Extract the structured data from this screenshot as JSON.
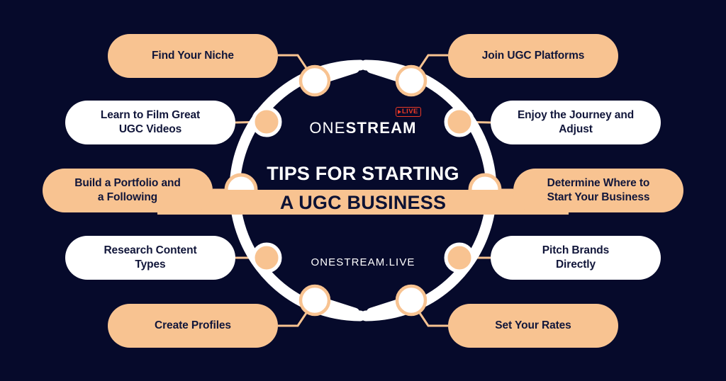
{
  "theme": {
    "background": "#060a2b",
    "accent_peach": "#f8c391",
    "white": "#ffffff",
    "text_dark": "#11163a",
    "live_red": "#ec3a26"
  },
  "brand": {
    "logo_one": "ONE",
    "logo_stream": "STREAM",
    "live_badge": "LIVE",
    "site_url": "ONESTREAM.LIVE"
  },
  "title": {
    "line1": "TIPS FOR STARTING",
    "line2": "A UGC BUSINESS"
  },
  "nodes": [
    {
      "label": "Find Your Niche",
      "side": "left",
      "style": "peach",
      "row": 1
    },
    {
      "label": "Learn to Film Great UGC Videos",
      "side": "left",
      "style": "white",
      "row": 2
    },
    {
      "label": "Build a Portfolio and a Following",
      "side": "left",
      "style": "peach",
      "row": 3
    },
    {
      "label": "Research Content Types",
      "side": "left",
      "style": "white",
      "row": 4
    },
    {
      "label": "Create Profiles",
      "side": "left",
      "style": "peach",
      "row": 5
    },
    {
      "label": "Join UGC Platforms",
      "side": "right",
      "style": "peach",
      "row": 1
    },
    {
      "label": "Enjoy the Journey and Adjust",
      "side": "right",
      "style": "white",
      "row": 2
    },
    {
      "label": "Determine Where to Start Your Business",
      "side": "right",
      "style": "peach",
      "row": 3
    },
    {
      "label": "Pitch Brands Directly",
      "side": "right",
      "style": "white",
      "row": 4
    },
    {
      "label": "Set Your Rates",
      "side": "right",
      "style": "peach",
      "row": 5
    }
  ],
  "labels": {
    "pill_0": "Find Your Niche",
    "pill_1_a": "Learn to Film Great",
    "pill_1_b": "UGC Videos",
    "pill_2_a": "Build a Portfolio and",
    "pill_2_b": "a Following",
    "pill_3_a": "Research Content",
    "pill_3_b": "Types",
    "pill_4": "Create Profiles",
    "pill_5": "Join UGC Platforms",
    "pill_6_a": "Enjoy the Journey and",
    "pill_6_b": "Adjust",
    "pill_7_a": "Determine Where to",
    "pill_7_b": "Start Your Business",
    "pill_8_a": "Pitch Brands",
    "pill_8_b": "Directly",
    "pill_9": "Set Your Rates"
  }
}
